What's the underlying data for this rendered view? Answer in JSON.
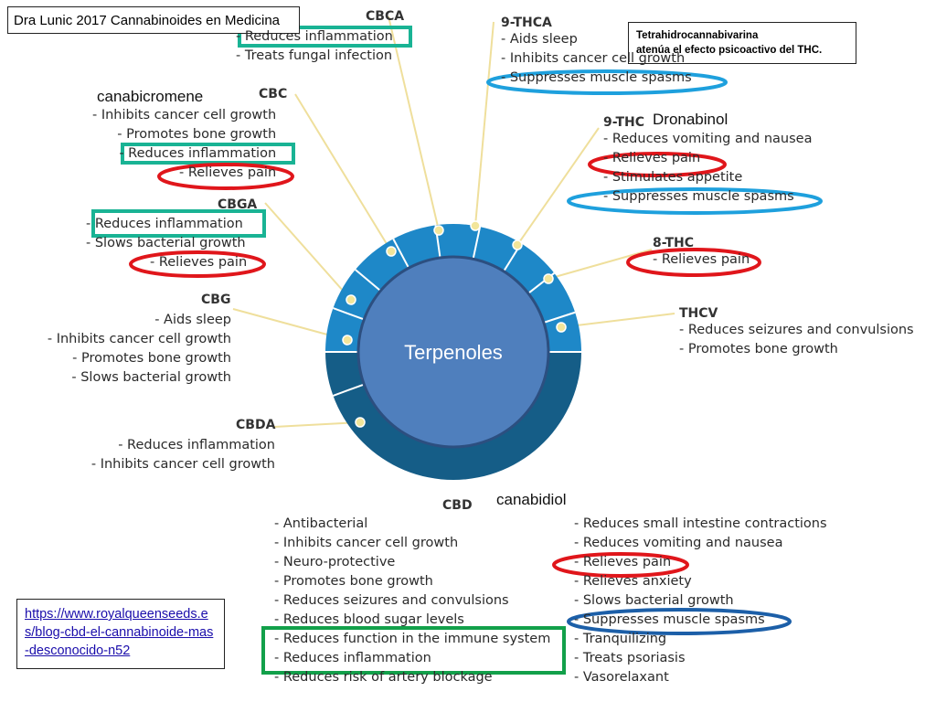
{
  "header": {
    "title": "Dra Lunic 2017 Cannabinoides en Medicina"
  },
  "note": {
    "line1": "Tetrahidrocannabivarina",
    "line2": "atenúa el efecto psicoactivo del THC."
  },
  "source_link": {
    "text": "https://www.royalqueenseeds.es/blog-cbd-el-cannabinoide-mas-desconocido-n52"
  },
  "center": {
    "label": "Terpenoles"
  },
  "annotations": {
    "cbc": "canabicromene",
    "thc": "Dronabinol",
    "cbd": "canabidiol"
  },
  "groups": {
    "cbca": {
      "title": "CBCA",
      "items": [
        "-  Reduces inflammation",
        "-  Treats fungal infection"
      ]
    },
    "thca": {
      "title": "9-THCA",
      "items": [
        "-  Aids sleep",
        "-  Inhibits cancer cell growth",
        "-  Suppresses muscle spasms"
      ]
    },
    "cbc": {
      "title": "CBC",
      "items": [
        "-  Inhibits cancer cell growth",
        "-  Promotes bone growth",
        "-  Reduces inflammation",
        "-  Relieves pain"
      ]
    },
    "thc": {
      "title": "9-THC",
      "items": [
        "-  Reduces vomiting and nausea",
        "-  Relieves pain",
        "-  Stimulates appetite",
        "-  Suppresses muscle spasms"
      ]
    },
    "cbga": {
      "title": "CBGA",
      "items": [
        "-  Reduces inflammation",
        "-  Slows bacterial growth",
        "-  Relieves pain"
      ]
    },
    "thc8": {
      "title": "8-THC",
      "items": [
        "-  Relieves pain"
      ]
    },
    "cbg": {
      "title": "CBG",
      "items": [
        "-  Aids sleep",
        "-  Inhibits cancer cell growth",
        "-  Promotes bone growth",
        "-  Slows bacterial growth"
      ]
    },
    "thcv": {
      "title": "THCV",
      "items": [
        "-  Reduces seizures and convulsions",
        "-  Promotes bone growth"
      ]
    },
    "cbda": {
      "title": "CBDA",
      "items": [
        "-  Reduces inflammation",
        "-  Inhibits cancer cell growth"
      ]
    },
    "cbd": {
      "title": "CBD",
      "left": [
        "-  Antibacterial",
        "-  Inhibits cancer cell growth",
        "-  Neuro-protective",
        "-  Promotes bone growth",
        "-  Reduces seizures and convulsions",
        "-  Reduces blood sugar levels",
        "-  Reduces function in the immune system",
        "-  Reduces inflammation",
        "-  Reduces risk of artery blockage"
      ],
      "right": [
        "-  Reduces small intestine contractions",
        "-  Reduces vomiting and nausea",
        "-  Relieves pain",
        "-  Relieves anxiety",
        "-  Slows bacterial growth",
        "-  Suppresses muscle spasms",
        "-  Tranquilizing",
        "-  Treats psoriasis",
        "-  Vasorelaxant"
      ]
    }
  },
  "colors": {
    "ring_light": "#1e88c8",
    "ring_dark": "#155d87",
    "center_fill": "#4f7fbd",
    "connector": "#efdf9c",
    "mark_red": "#e0161b",
    "mark_blue": "#1ea0dd",
    "mark_teal": "#19b394",
    "mark_green": "#12a04a",
    "mark_darkblue": "#1c5fa8"
  }
}
